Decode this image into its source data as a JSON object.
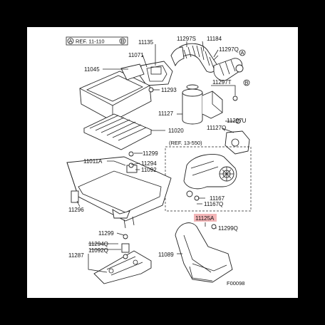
{
  "diagram": {
    "ref_top": "REF. 11-110",
    "ref_top_circle_a": "A",
    "ref_top_circle_b": "B",
    "ref_mid": "(REF. 13-550)",
    "fig_code": "F00098",
    "circle_a": "A",
    "circle_b": "B",
    "highlight_color": "#f4b6b8",
    "labels": {
      "p11135": "11135",
      "p11297s": "11297S",
      "p11184": "11184",
      "p11297q_top": "11297Q",
      "p11071": "11071",
      "p11045": "11045",
      "p11293": "11293",
      "p11297t": "11297T",
      "p11127": "11127",
      "p11297u": "11297U",
      "p11020": "11020",
      "p11127q": "11127Q",
      "p11299_a": "11299",
      "p11011a": "11011A",
      "p11294_a": "11294",
      "p11092_a": "11092",
      "p11167": "11167",
      "p11167q": "11167Q",
      "p11296": "11296",
      "p11125a": "11125A",
      "p11299q": "11299Q",
      "p11299_b": "11299",
      "p11294q": "11294Q",
      "p11092q": "11092Q",
      "p11287": "11287",
      "p11089": "11089"
    }
  }
}
